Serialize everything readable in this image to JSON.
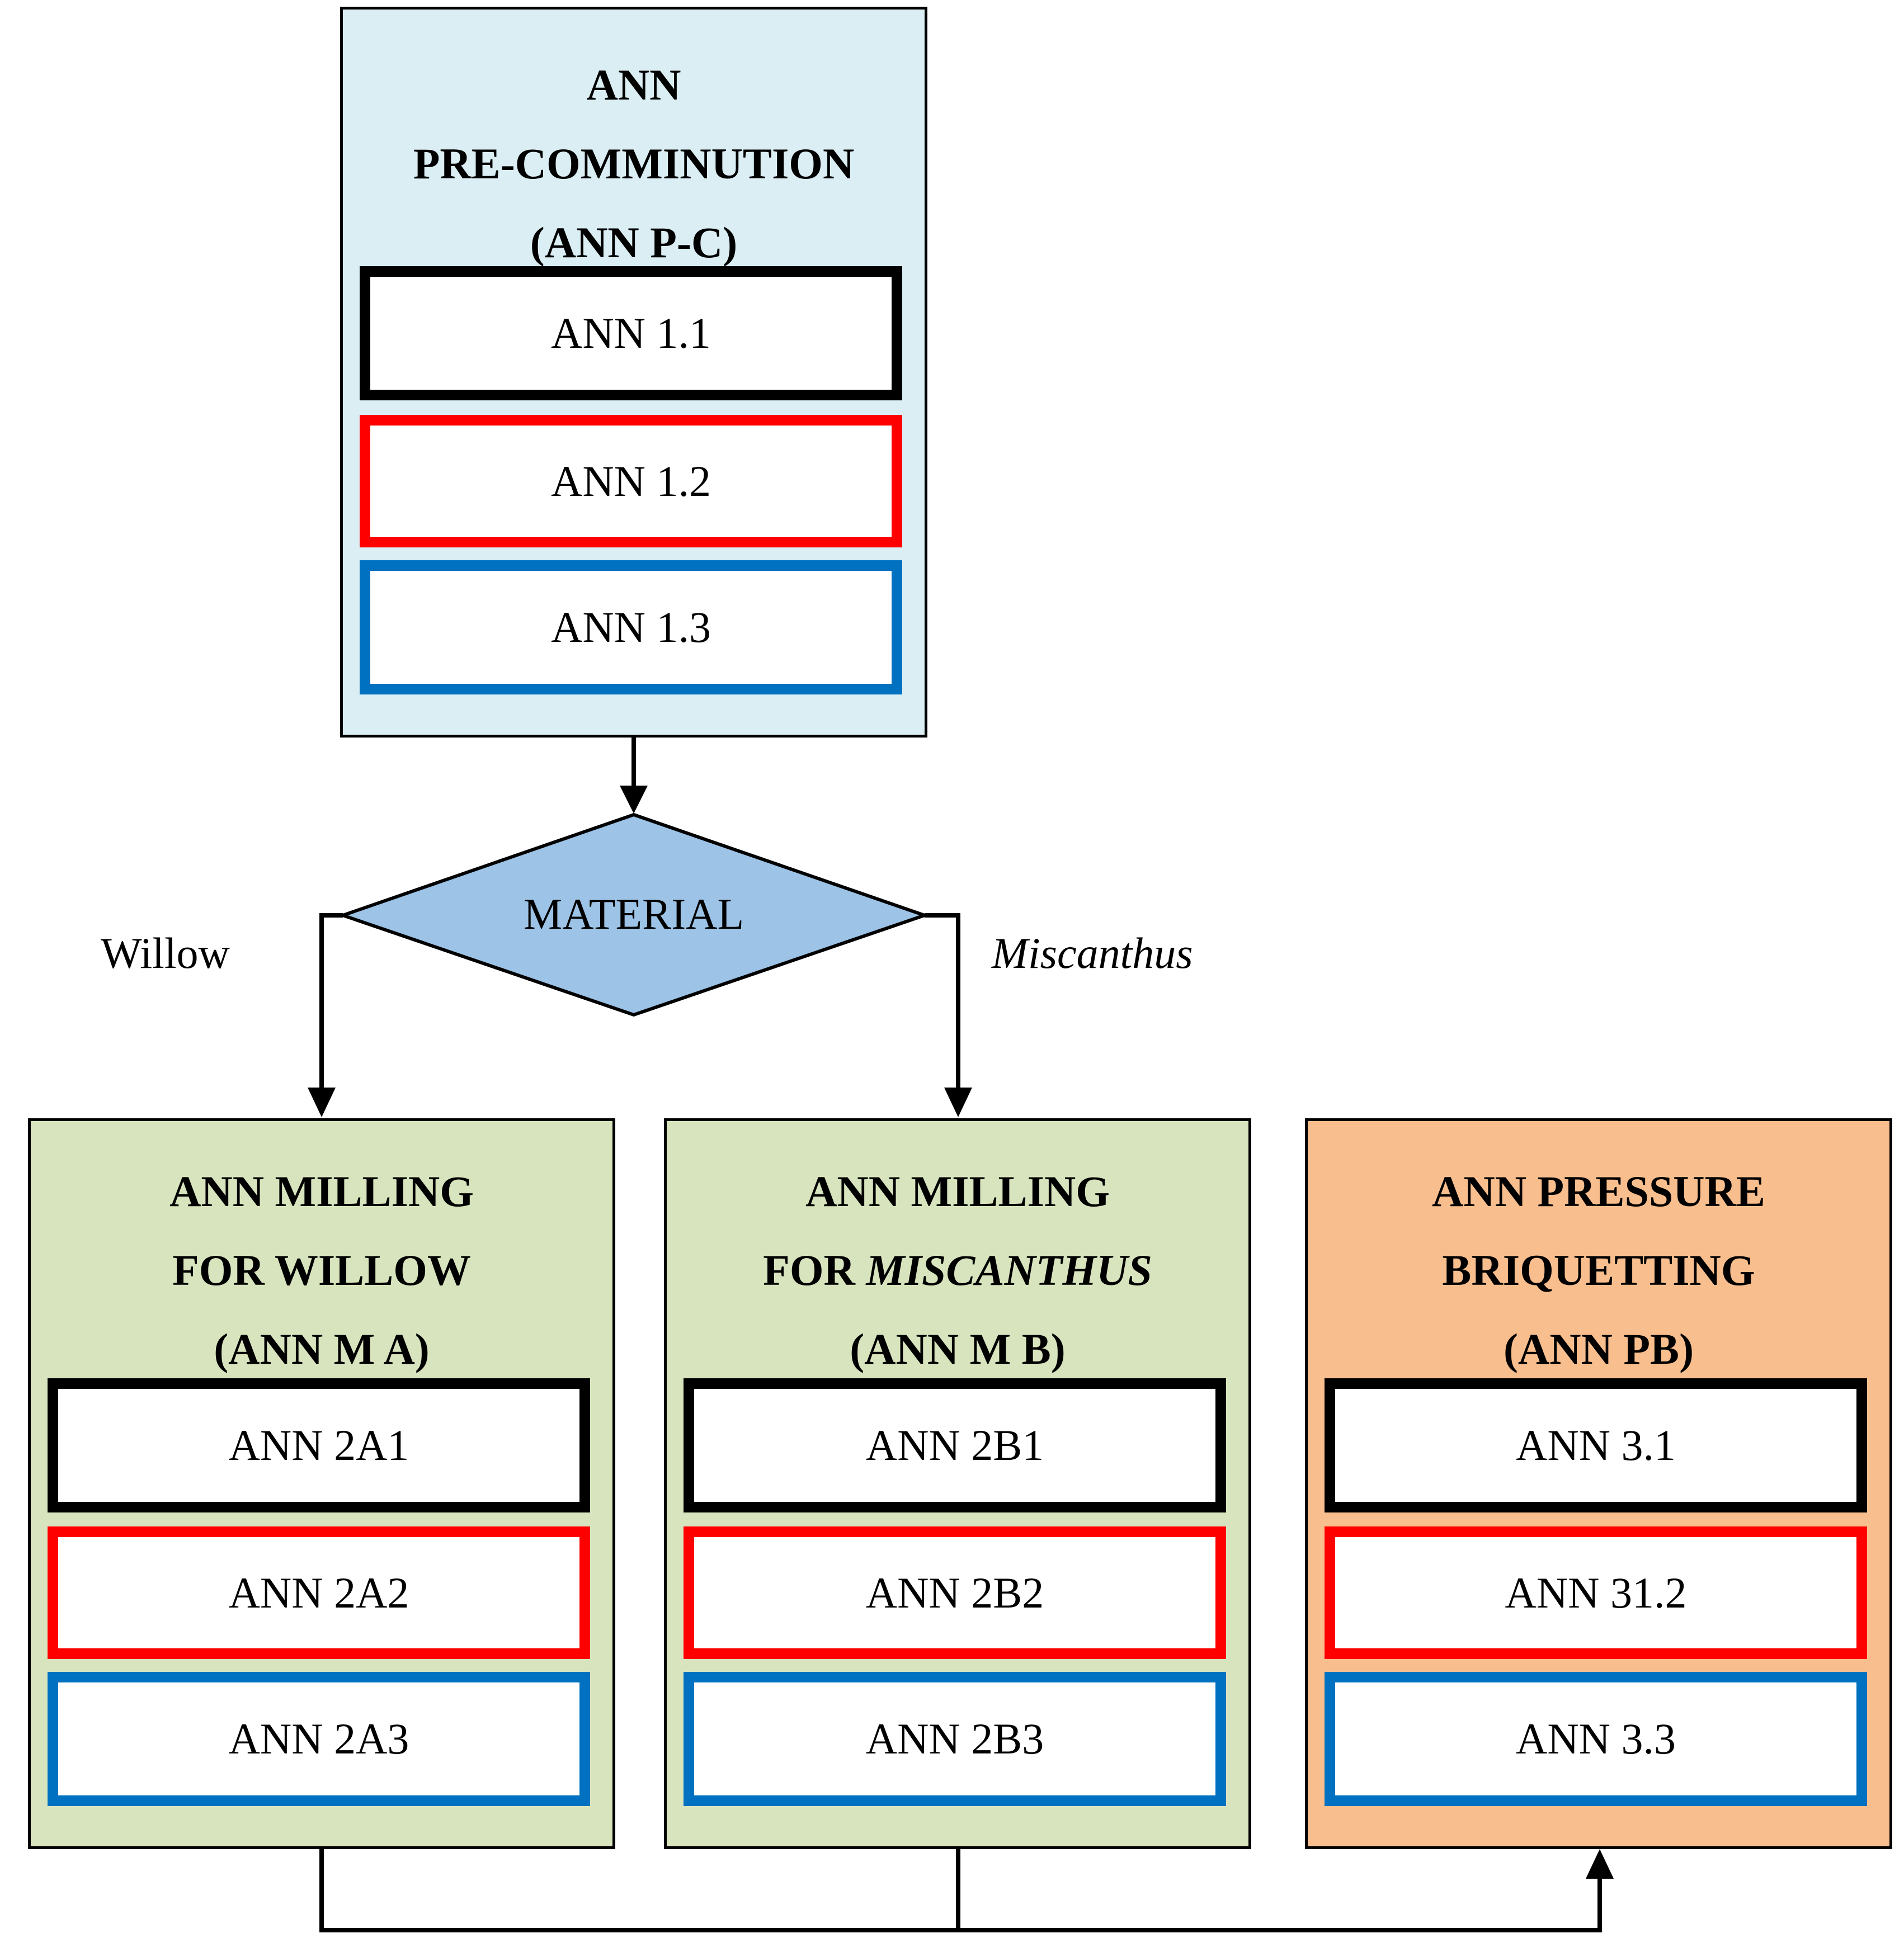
{
  "colors": {
    "pre_fill": "#DAEEF3",
    "milling_fill": "#D7E4BD",
    "pressure_fill": "#F8BE8E",
    "diamond_fill": "#9DC3E6",
    "sub1_border": "#000000",
    "sub2_border": "#FF0000",
    "sub3_border": "#0070C0"
  },
  "pre_block": {
    "title_lines": [
      "ANN",
      "PRE-COMMINUTION",
      "(ANN P-C)"
    ],
    "items": [
      "ANN 1.1",
      "ANN 1.2",
      "ANN 1.3"
    ]
  },
  "decision": {
    "label": "MATERIAL",
    "left_branch": "Willow",
    "right_branch": "Miscanthus"
  },
  "milling_a": {
    "title_line1": "ANN MILLING",
    "title_line2": "FOR WILLOW",
    "title_line3": "(ANN M A)",
    "items": [
      "ANN 2A1",
      "ANN 2A2",
      "ANN 2A3"
    ]
  },
  "milling_b": {
    "title_line1": "ANN MILLING",
    "title_line2_prefix": "FOR ",
    "title_line2_italic": "MISCANTHUS",
    "title_line3": "(ANN M B)",
    "items": [
      "ANN 2B1",
      "ANN 2B2",
      "ANN 2B3"
    ]
  },
  "pressure": {
    "title_line1": "ANN PRESSURE",
    "title_line2": "BRIQUETTING",
    "title_line3": "(ANN PB)",
    "items": [
      "ANN 3.1",
      "ANN 31.2",
      "ANN 3.3"
    ]
  }
}
